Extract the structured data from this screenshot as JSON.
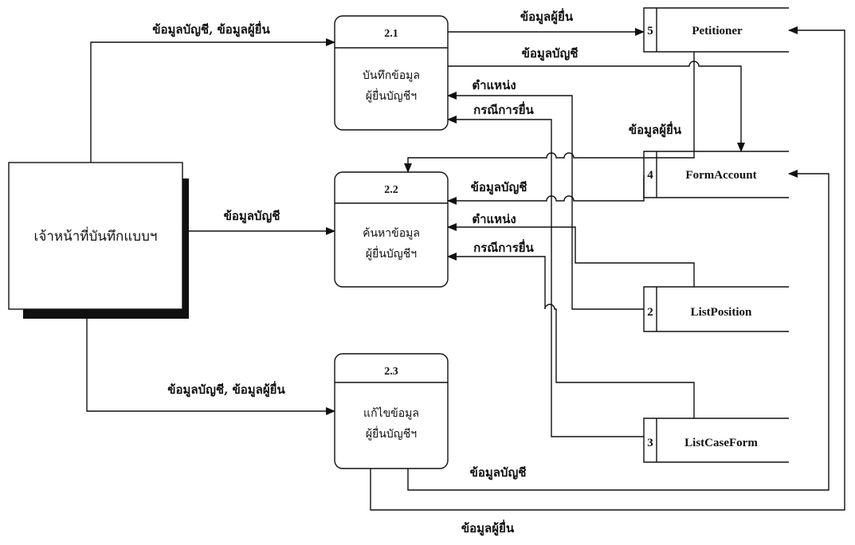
{
  "entity": {
    "label": "เจ้าหน้าที่บันทึกแบบฯ"
  },
  "processes": [
    {
      "id": "2.1",
      "line1": "บันทึกข้อมูล",
      "line2": "ผู้ยื่นบัญชีฯ"
    },
    {
      "id": "2.2",
      "line1": "ค้นหาข้อมูล",
      "line2": "ผู้ยื่นบัญชีฯ"
    },
    {
      "id": "2.3",
      "line1": "แก้ไขข้อมูล",
      "line2": "ผู้ยื่นบัญชีฯ"
    }
  ],
  "stores": [
    {
      "num": "5",
      "name": "Petitioner"
    },
    {
      "num": "4",
      "name": "FormAccount"
    },
    {
      "num": "2",
      "name": "ListPosition"
    },
    {
      "num": "3",
      "name": "ListCaseForm"
    }
  ],
  "flows": {
    "entity_to_21": "ข้อมูลบัญชี, ข้อมูลผู้ยื่น",
    "p21_to_petitioner": "ข้อมูลผู้ยื่น",
    "p21_to_formaccount": "ข้อมูลบัญชี",
    "position_to_21": "ตำแหน่ง",
    "caseform_to_21": "กรณีการยื่น",
    "petitioner_to_22": "ข้อมูลผู้ยื่น",
    "formaccount_to_22": "ข้อมูลบัญชี",
    "entity_to_22": "ข้อมูลบัญชี",
    "position_to_22": "ตำแหน่ง",
    "caseform_to_22": "กรณีการยื่น",
    "entity_to_23": "ข้อมูลบัญชี, ข้อมูลผู้ยื่น",
    "p23_to_formaccount": "ข้อมูลบัญชี",
    "p23_to_petitioner": "ข้อมูลผู้ยื่น"
  }
}
